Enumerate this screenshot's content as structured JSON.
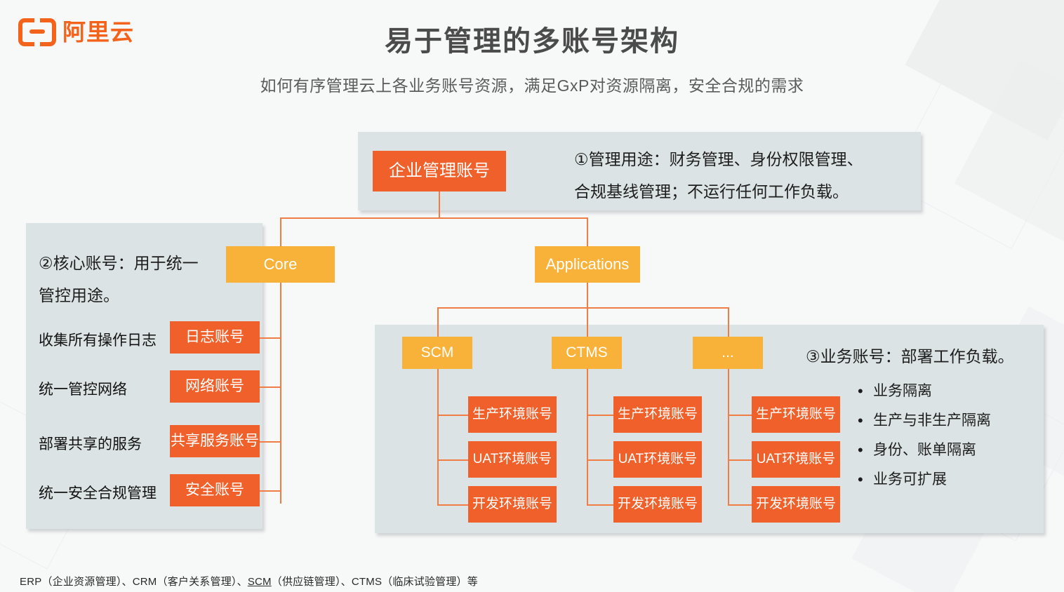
{
  "brand": {
    "name": "阿里云",
    "logo_icon": "alibaba-cloud-logo-icon",
    "color": "#f4631b"
  },
  "header": {
    "title": "易于管理的多账号架构",
    "subtitle": "如何有序管理云上各业务账号资源，满足GxP对资源隔离，安全合规的需求"
  },
  "colors": {
    "red": "#f0602a",
    "amber": "#f9b239",
    "panel": "#dce3e4",
    "connector": "#ef7d45"
  },
  "top_panel": {
    "node": "企业管理账号",
    "desc_line1": "①管理用途：财务管理、身份权限管理、",
    "desc_line2": "合规基线管理；不运行任何工作负载。"
  },
  "core_panel": {
    "desc_line1": "②核心账号：用于统一",
    "desc_line2": "管控用途。",
    "node": "Core",
    "rows": [
      {
        "label": "收集所有操作日志",
        "account": "日志账号"
      },
      {
        "label": "统一管控网络",
        "account": "网络账号"
      },
      {
        "label": "部署共享的服务",
        "account": "共享服务账号"
      },
      {
        "label": "统一安全合规管理",
        "account": "安全账号"
      }
    ]
  },
  "apps": {
    "node": "Applications",
    "columns": [
      {
        "name": "SCM",
        "envs": [
          "生产环境账号",
          "UAT环境账号",
          "开发环境账号"
        ]
      },
      {
        "name": "CTMS",
        "envs": [
          "生产环境账号",
          "UAT环境账号",
          "开发环境账号"
        ]
      },
      {
        "name": "...",
        "envs": [
          "生产环境账号",
          "UAT环境账号",
          "开发环境账号"
        ]
      }
    ],
    "desc": "③业务账号：部署工作负载。",
    "bullet_marker": "•",
    "bullets": [
      "业务隔离",
      "生产与非生产隔离",
      "身份、账单隔离",
      "业务可扩展"
    ]
  },
  "footnote": {
    "pre": "ERP（企业资源管理）、CRM（客户关系管理）、",
    "underlined": "SCM",
    "post": "（供应链管理）、CTMS（临床试验管理）等"
  }
}
